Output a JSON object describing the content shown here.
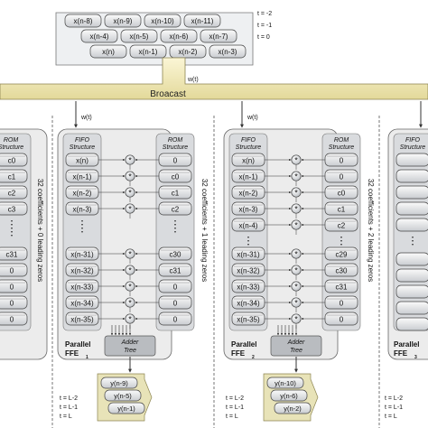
{
  "input_block": {
    "rows": [
      [
        "x(n-8)",
        "x(n-9)",
        "x(n-10)",
        "x(n-11)"
      ],
      [
        "x(n-4)",
        "x(n-5)",
        "x(n-6)",
        "x(n-7)"
      ],
      [
        "x(n)",
        "x(n-1)",
        "x(n-2)",
        "x(n-3)"
      ]
    ],
    "time_labels": [
      "t = -2",
      "t = -1",
      "t = 0"
    ]
  },
  "broadcast": {
    "label": "Broacast",
    "signal": "w(t)"
  },
  "left_column": {
    "rom_title": [
      "ROM",
      "Structure"
    ],
    "coef_top": [
      "c0",
      "c1",
      "c2",
      "c3"
    ],
    "coef_bottom": [
      "c31",
      "0",
      "0",
      "0",
      "0"
    ],
    "side_text": "32 coefficients + 0 leading zeros"
  },
  "ffe_blocks": [
    {
      "signal": "w(t)",
      "fifo_title": [
        "FIFO",
        "Structure"
      ],
      "rom_title": [
        "ROM",
        "Structure"
      ],
      "fifo_top": [
        "x(n)",
        "x(n-1)",
        "x(n-2)",
        "x(n-3)"
      ],
      "fifo_bottom": [
        "x(n-31)",
        "x(n-32)",
        "x(n-33)",
        "x(n-34)",
        "x(n-35)"
      ],
      "rom_top": [
        "0",
        "c0",
        "c1",
        "c2"
      ],
      "rom_bottom": [
        "c30",
        "c31",
        "0",
        "0",
        "0"
      ],
      "side_text": "32 coefficients + 1 leading zeros",
      "name_line1": "Parallel",
      "name_line2": "FFE",
      "name_sub": "1",
      "adder": [
        "Adder",
        "Tree"
      ],
      "outputs": [
        "y(n-9)",
        "y(n-5)",
        "y(n-1)"
      ],
      "time_labels": [
        "t = L-2",
        "t = L-1",
        "t = L"
      ]
    },
    {
      "signal": "w(t)",
      "fifo_title": [
        "FIFO",
        "Structure"
      ],
      "rom_title": [
        "ROM",
        "Structure"
      ],
      "fifo_top": [
        "x(n)",
        "x(n-1)",
        "x(n-2)",
        "x(n-3)",
        "x(n-4)"
      ],
      "fifo_bottom": [
        "x(n-31)",
        "x(n-32)",
        "x(n-33)",
        "x(n-34)",
        "x(n-35)"
      ],
      "rom_top": [
        "0",
        "0",
        "c0",
        "c1",
        "c2"
      ],
      "rom_bottom": [
        "c29",
        "c30",
        "c31",
        "0",
        "0"
      ],
      "side_text": "32 coefficients + 2 leading zeros",
      "name_line1": "Parallel",
      "name_line2": "FFE",
      "name_sub": "2",
      "adder": [
        "Adder",
        "Tree"
      ],
      "outputs": [
        "y(n-10)",
        "y(n-6)",
        "y(n-2)"
      ],
      "time_labels": [
        "t = L-2",
        "t = L-1",
        "t = L"
      ]
    }
  ],
  "right_column": {
    "fifo_title": [
      "FIFO",
      "Structure"
    ],
    "name_line1": "Parallel",
    "name_line2": "FFE",
    "name_sub": "3",
    "time_labels": [
      "t = L-2",
      "t = L-1",
      "t = L"
    ]
  },
  "multiplier_symbol": "*",
  "ellipsis": "⋮"
}
